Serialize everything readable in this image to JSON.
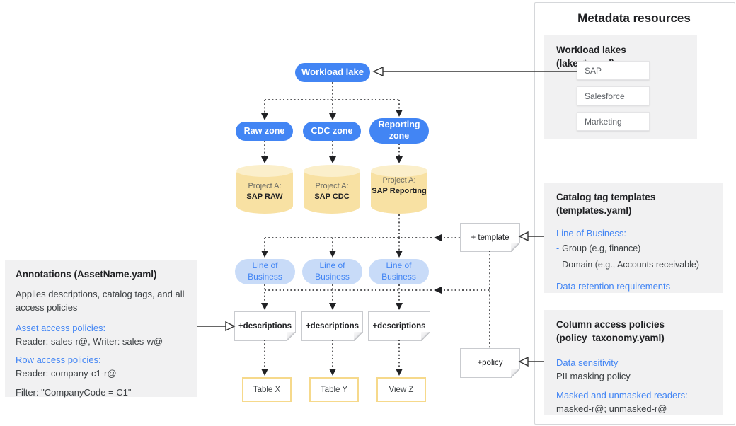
{
  "diagram": {
    "workload_lake_label": "Workload lake",
    "zones": [
      {
        "label": "Raw zone"
      },
      {
        "label": "CDC zone"
      },
      {
        "label": "Reporting zone"
      }
    ],
    "projects": [
      {
        "line1": "Project A:",
        "line2": "SAP RAW"
      },
      {
        "line1": "Project A:",
        "line2": "SAP CDC"
      },
      {
        "line1": "Project A:",
        "line2": "SAP Reporting"
      }
    ],
    "lob_label": "Line of Business",
    "descriptions_label": "+descriptions",
    "template_note_label": "+ template",
    "policy_note_label": "+policy",
    "assets": [
      {
        "label": "Table X"
      },
      {
        "label": "Table Y"
      },
      {
        "label": "View Z"
      }
    ]
  },
  "annotations_panel": {
    "title": "Annotations (AssetName.yaml)",
    "body": "Applies descriptions, catalog tags, and all access policies",
    "asset_policies_label": "Asset access policies:",
    "asset_policies_value": "Reader: sales-r@, Writer: sales-w@",
    "row_policies_label": "Row access policies:",
    "row_policies_value": "Reader: company-c1-r@",
    "filter_value": "Filter: \"CompanyCode = C1\""
  },
  "metadata_panel": {
    "title": "Metadata resources",
    "workload_lakes": {
      "heading": "Workload lakes (lakes*.yaml)",
      "items": [
        "SAP",
        "Salesforce",
        "Marketing"
      ]
    },
    "catalog_templates": {
      "heading_line1": "Catalog tag templates",
      "heading_line2": "(templates.yaml)",
      "lob_heading": "Line of Business:",
      "dash": "-",
      "bullets": [
        "Group (e.g, finance)",
        "Domain (e.g., Accounts receivable)"
      ],
      "retention_heading": "Data retention requirements"
    },
    "column_policies": {
      "heading_line1": "Column access policies",
      "heading_line2": "(policy_taxonomy.yaml)",
      "sensitivity_heading": "Data sensitivity",
      "sensitivity_value": "PII masking policy",
      "readers_heading": "Masked and unmasked readers:",
      "readers_value": "masked-r@; unmasked-r@"
    }
  },
  "colors": {
    "accent_blue": "#4285F4",
    "lob_pill_bg": "#C8DBF8",
    "cylinder_body": "#F8E1A3",
    "cylinder_top": "#FBEFCB",
    "asset_border": "#F6D98B",
    "card_gray": "#F1F1F2",
    "panel_border": "#D5D7DA"
  }
}
